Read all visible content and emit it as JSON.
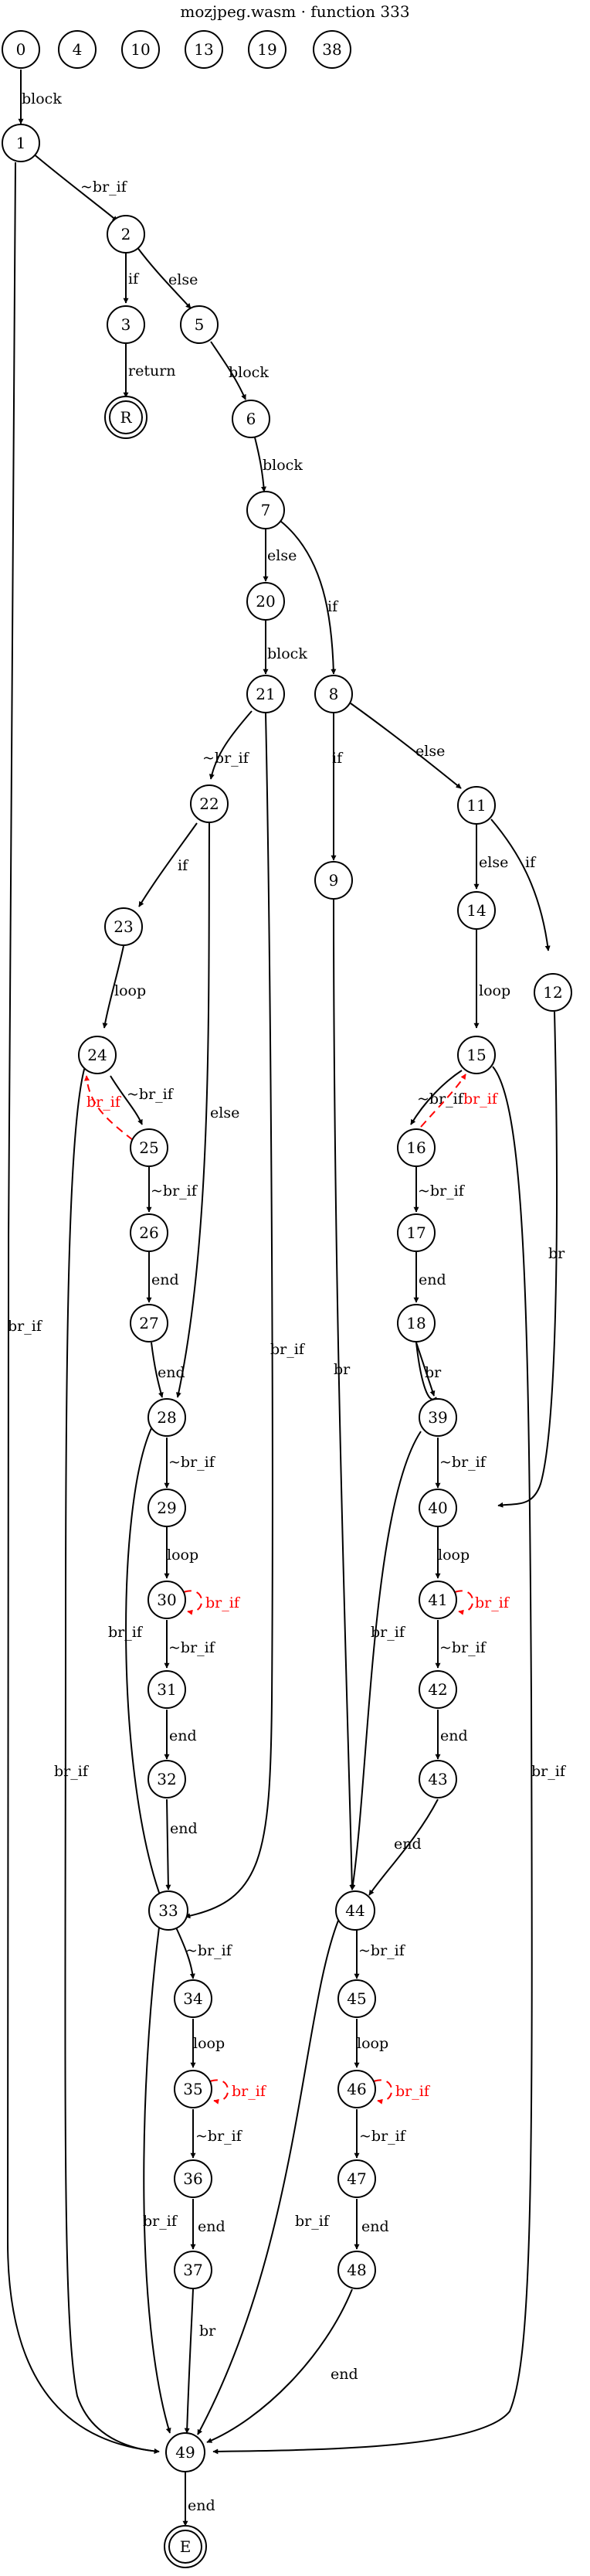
{
  "title": "mozjpeg.wasm · function 333",
  "nodes": {
    "n0": "0",
    "n4": "4",
    "n10": "10",
    "n13": "13",
    "n19": "19",
    "n38": "38",
    "n1": "1",
    "n2": "2",
    "n3": "3",
    "n5": "5",
    "n6": "6",
    "n7": "7",
    "n20": "20",
    "n21": "21",
    "n8": "8",
    "n22": "22",
    "n9": "9",
    "n11": "11",
    "n23": "23",
    "n14": "14",
    "n12": "12",
    "n24": "24",
    "n15": "15",
    "n25": "25",
    "n16": "16",
    "n26": "26",
    "n17": "17",
    "n27": "27",
    "n18": "18",
    "n28": "28",
    "n39": "39",
    "n29": "29",
    "n40": "40",
    "n30": "30",
    "n41": "41",
    "n31": "31",
    "n42": "42",
    "n32": "32",
    "n43": "43",
    "n33": "33",
    "n44": "44",
    "n34": "34",
    "n45": "45",
    "n35": "35",
    "n46": "46",
    "n36": "36",
    "n47": "47",
    "n37": "37",
    "n48": "48",
    "n49": "49",
    "R": "R",
    "E": "E"
  },
  "edges": {
    "e0_1": "block",
    "e1_2": "~br_if",
    "e1_49": "br_if",
    "e2_3": "if",
    "e2_5": "else",
    "e3_R": "return",
    "e5_6": "block",
    "e6_7": "block",
    "e7_20": "else",
    "e7_8": "if",
    "e20_21": "block",
    "e21_22": "~br_if",
    "e21_33": "br_if",
    "e8_9": "if",
    "e8_11": "else",
    "e22_23": "if",
    "e22_28": "else",
    "e9_44": "br",
    "e11_14": "else",
    "e11_12": "if",
    "e23_24": "loop",
    "e14_15": "loop",
    "e12_39": "br",
    "e24_25": "~br_if",
    "e24_49": "br_if",
    "e25_24": "br_if",
    "e15_16": "~br_if",
    "e15_49": "br_if",
    "e16_15": "br_if",
    "e25_26": "~br_if",
    "e16_17": "~br_if",
    "e26_27": "end",
    "e17_18": "end",
    "e27_28": "end",
    "e18_39": "br",
    "e28_29": "~br_if",
    "e28_33": "br_if",
    "e39_40": "~br_if",
    "e39_44": "br_if",
    "e29_30": "loop",
    "e40_41": "loop",
    "e30_30": "br_if",
    "e41_41": "br_if",
    "e30_31": "~br_if",
    "e41_42": "~br_if",
    "e31_32": "end",
    "e42_43": "end",
    "e32_33": "end",
    "e43_44": "end",
    "e33_34": "~br_if",
    "e33_49": "br_if",
    "e44_45": "~br_if",
    "e44_49": "br_if",
    "e34_35": "loop",
    "e45_46": "loop",
    "e35_35": "br_if",
    "e46_46": "br_if",
    "e35_36": "~br_if",
    "e46_47": "~br_if",
    "e36_37": "end",
    "e47_48": "end",
    "e37_49": "br",
    "e48_49": "end",
    "e49_E": "end"
  },
  "colors": {
    "edge": "#000000",
    "back_edge": "#ff0000",
    "node_stroke": "#000000",
    "background": "#ffffff"
  }
}
